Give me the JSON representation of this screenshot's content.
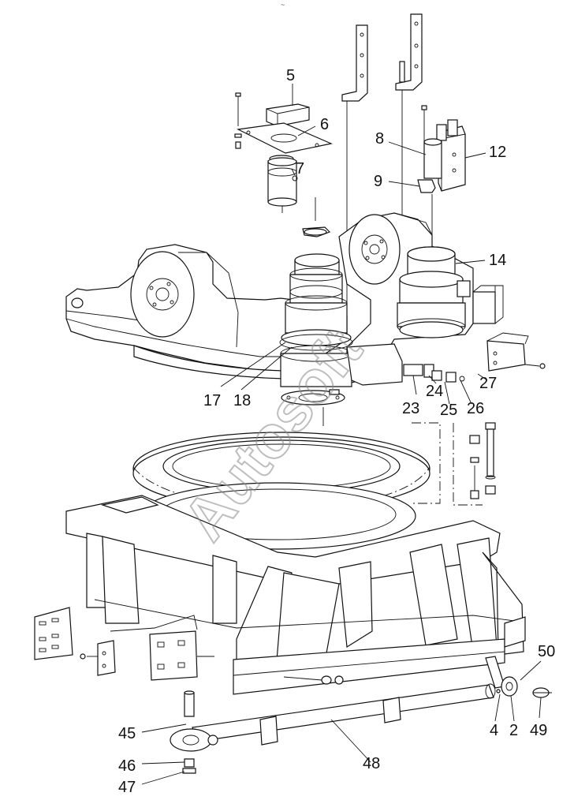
{
  "top_mark": "~",
  "watermark": "Autosoft",
  "callouts": [
    {
      "id": "5",
      "label": "5"
    },
    {
      "id": "6",
      "label": "6"
    },
    {
      "id": "7",
      "label": "7"
    },
    {
      "id": "8",
      "label": "8"
    },
    {
      "id": "9",
      "label": "9"
    },
    {
      "id": "12",
      "label": "12"
    },
    {
      "id": "14",
      "label": "14"
    },
    {
      "id": "17",
      "label": "17"
    },
    {
      "id": "18",
      "label": "18"
    },
    {
      "id": "23",
      "label": "23"
    },
    {
      "id": "24",
      "label": "24"
    },
    {
      "id": "25",
      "label": "25"
    },
    {
      "id": "26",
      "label": "26"
    },
    {
      "id": "27",
      "label": "27"
    },
    {
      "id": "45",
      "label": "45"
    },
    {
      "id": "46",
      "label": "46"
    },
    {
      "id": "47",
      "label": "47"
    },
    {
      "id": "48",
      "label": "48"
    },
    {
      "id": "50",
      "label": "50"
    },
    {
      "id": "4",
      "label": "4"
    },
    {
      "id": "2",
      "label": "2"
    },
    {
      "id": "49",
      "label": "49"
    }
  ]
}
